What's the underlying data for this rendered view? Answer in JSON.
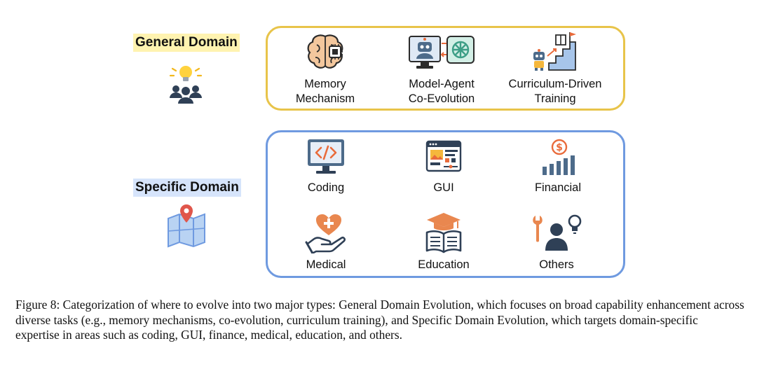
{
  "general": {
    "tag": "General Domain",
    "tag_color": "#fff3b0",
    "border_color": "#e8c44a",
    "items": [
      {
        "line1": "Memory",
        "line2": "Mechanism",
        "icon": "brain-chip-icon"
      },
      {
        "line1": "Model-Agent",
        "line2": "Co-Evolution",
        "icon": "robot-computer-exchange-icon"
      },
      {
        "line1": "Curriculum-Driven",
        "line2": "Training",
        "icon": "robot-stairs-book-icon"
      }
    ],
    "side_icon": "lightbulb-people-icon"
  },
  "specific": {
    "tag": "Specific Domain",
    "tag_color": "#d6e4fb",
    "border_color": "#6f9ae0",
    "items": [
      {
        "label": "Coding",
        "icon": "code-monitor-icon"
      },
      {
        "label": "GUI",
        "icon": "gui-window-icon"
      },
      {
        "label": "Financial",
        "icon": "dollar-bar-chart-icon"
      },
      {
        "label": "Medical",
        "icon": "heart-hand-icon"
      },
      {
        "label": "Education",
        "icon": "graduation-book-icon"
      },
      {
        "label": "Others",
        "icon": "wrench-person-bulb-icon"
      }
    ],
    "side_icon": "map-pin-icon"
  },
  "caption": "Figure 8: Categorization of where to evolve into two major types: General Domain Evolution, which focuses on broad capability enhancement across diverse tasks (e.g., memory mechanisms, co-evolution, curriculum training), and Specific Domain Evolution, which targets domain-specific expertise in areas such as coding, GUI, finance, medical, education, and others."
}
